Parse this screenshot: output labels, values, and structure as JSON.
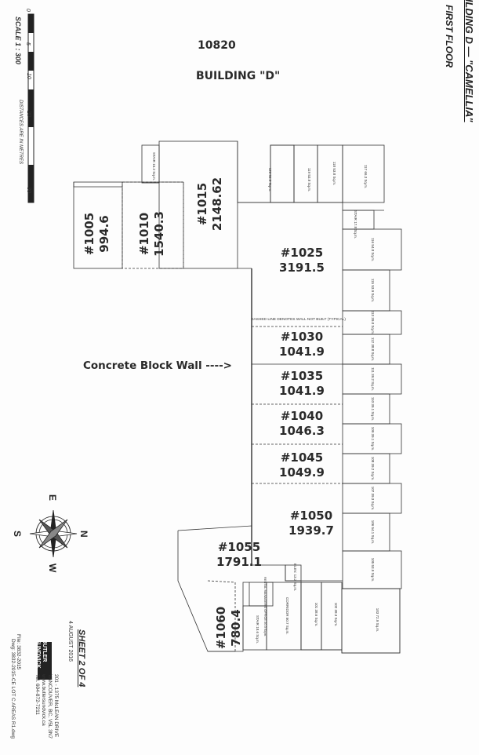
{
  "header": {
    "plan_number": "10820",
    "building_label": "BUILDING \"D\""
  },
  "title_block": {
    "building_title": "BUILDING D — \"CAMELLIA\"",
    "floor": "FIRST FLOOR",
    "sheet": "SHEET 2 OF 4",
    "date": "4 AUGUST 2016",
    "firm_name_1": "BUTLER",
    "firm_name_2": "SUNDVICK",
    "firm_address_1": "201 - 1375 McLEAN DRIVE",
    "firm_address_2": "VANCOUVER, BC, V5L 3N7",
    "firm_web": "www.butlersundvick.ca",
    "firm_tel": "Tel. 604-872-7211",
    "file": "File: 3832-2015",
    "dwg": "Dwg: 3832-2015-CE LOT C AREAS R1.dwg"
  },
  "scale": {
    "label": "SCALE   1 : 300",
    "note": "DISTANCES ARE IN METRES",
    "ticks": [
      "0",
      "5",
      "10",
      "20",
      "30"
    ]
  },
  "lots": [
    {
      "id": "#1005",
      "area": "994.6"
    },
    {
      "id": "#1010",
      "area": "1540.3"
    },
    {
      "id": "#1015",
      "area": "2148.62"
    },
    {
      "id": "#1025",
      "area": "3191.5"
    },
    {
      "id": "#1030",
      "area": "1041.9"
    },
    {
      "id": "#1035",
      "area": "1041.9"
    },
    {
      "id": "#1040",
      "area": "1046.3"
    },
    {
      "id": "#1045",
      "area": "1049.9"
    },
    {
      "id": "#1050",
      "area": "1939.7"
    },
    {
      "id": "#1055",
      "area": "1791.1"
    },
    {
      "id": "#1060",
      "area": "780.4"
    }
  ],
  "annotations": {
    "concrete_wall": "Concrete Block Wall ---->",
    "dashed_note": "DASHED LINE DENOTES WALL NOT BUILT (TYPICAL)"
  },
  "units_top": [
    {
      "num": "117",
      "area": "66.3 Sq.m."
    },
    {
      "num": "118",
      "area": "53.8 Sq.m."
    },
    {
      "num": "119",
      "area": "53.8 Sq.m."
    },
    {
      "num": "120",
      "area": "54.5 Sq.m."
    },
    {
      "num": "STAIR",
      "area": "15.2 Sq.m."
    }
  ],
  "units_right": [
    {
      "num": "STAIR",
      "area": "17.8 Sq.m."
    },
    {
      "num": "116",
      "area": "54.8 Sq.m."
    },
    {
      "num": "115",
      "area": "53.9 Sq.m."
    },
    {
      "num": "113",
      "area": "39.0 Sq.m."
    },
    {
      "num": "112",
      "area": "38.8 Sq.m."
    },
    {
      "num": "111",
      "area": "39.2 Sq.m."
    },
    {
      "num": "110",
      "area": "39.1 Sq.m."
    },
    {
      "num": "109",
      "area": "39.1 Sq.m."
    },
    {
      "num": "108",
      "area": "39.2 Sq.m."
    },
    {
      "num": "107",
      "area": "39.3 Sq.m."
    },
    {
      "num": "106",
      "area": "54.1 Sq.m."
    },
    {
      "num": "105",
      "area": "53.9 Sq.m."
    }
  ],
  "units_bottom": [
    {
      "num": "103",
      "area": "72.9 Sq.m."
    },
    {
      "num": "102",
      "area": "38.3 Sq.m."
    },
    {
      "num": "101",
      "area": "38.6 Sq.m."
    },
    {
      "num": "CORRIDOR",
      "area": "50.7 Sq.m."
    },
    {
      "num": "STAIR",
      "area": "18.6 Sq.m."
    },
    {
      "num": "RENTAL MANAGER'S OFFICE",
      "area": "20.3 Sq.m."
    },
    {
      "num": "ELEV.",
      "area": "13.2 Sq.m."
    }
  ],
  "compass": {
    "n": "N",
    "s": "S",
    "e": "E",
    "w": "W"
  }
}
